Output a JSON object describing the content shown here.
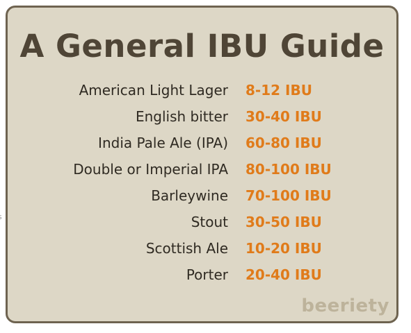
{
  "page": {
    "stray_text": "s"
  },
  "card": {
    "title": "A General IBU Guide",
    "rows": [
      {
        "style": "American Light Lager",
        "ibu": "8-12 IBU"
      },
      {
        "style": "English bitter",
        "ibu": "30-40 IBU"
      },
      {
        "style": "India Pale Ale (IPA)",
        "ibu": "60-80 IBU"
      },
      {
        "style": "Double or Imperial IPA",
        "ibu": "80-100 IBU"
      },
      {
        "style": "Barleywine",
        "ibu": "70-100 IBU"
      },
      {
        "style": "Stout",
        "ibu": "30-50 IBU"
      },
      {
        "style": "Scottish Ale",
        "ibu": "10-20 IBU"
      },
      {
        "style": "Porter",
        "ibu": "20-40 IBU"
      }
    ],
    "logo": "beeriety"
  },
  "colors": {
    "card_background": "#ddd7c6",
    "card_border": "#6e6350",
    "title": "#4f4536",
    "style_text": "#2f2a22",
    "ibu_accent": "#e07b1a",
    "logo": "#bdb39b"
  }
}
